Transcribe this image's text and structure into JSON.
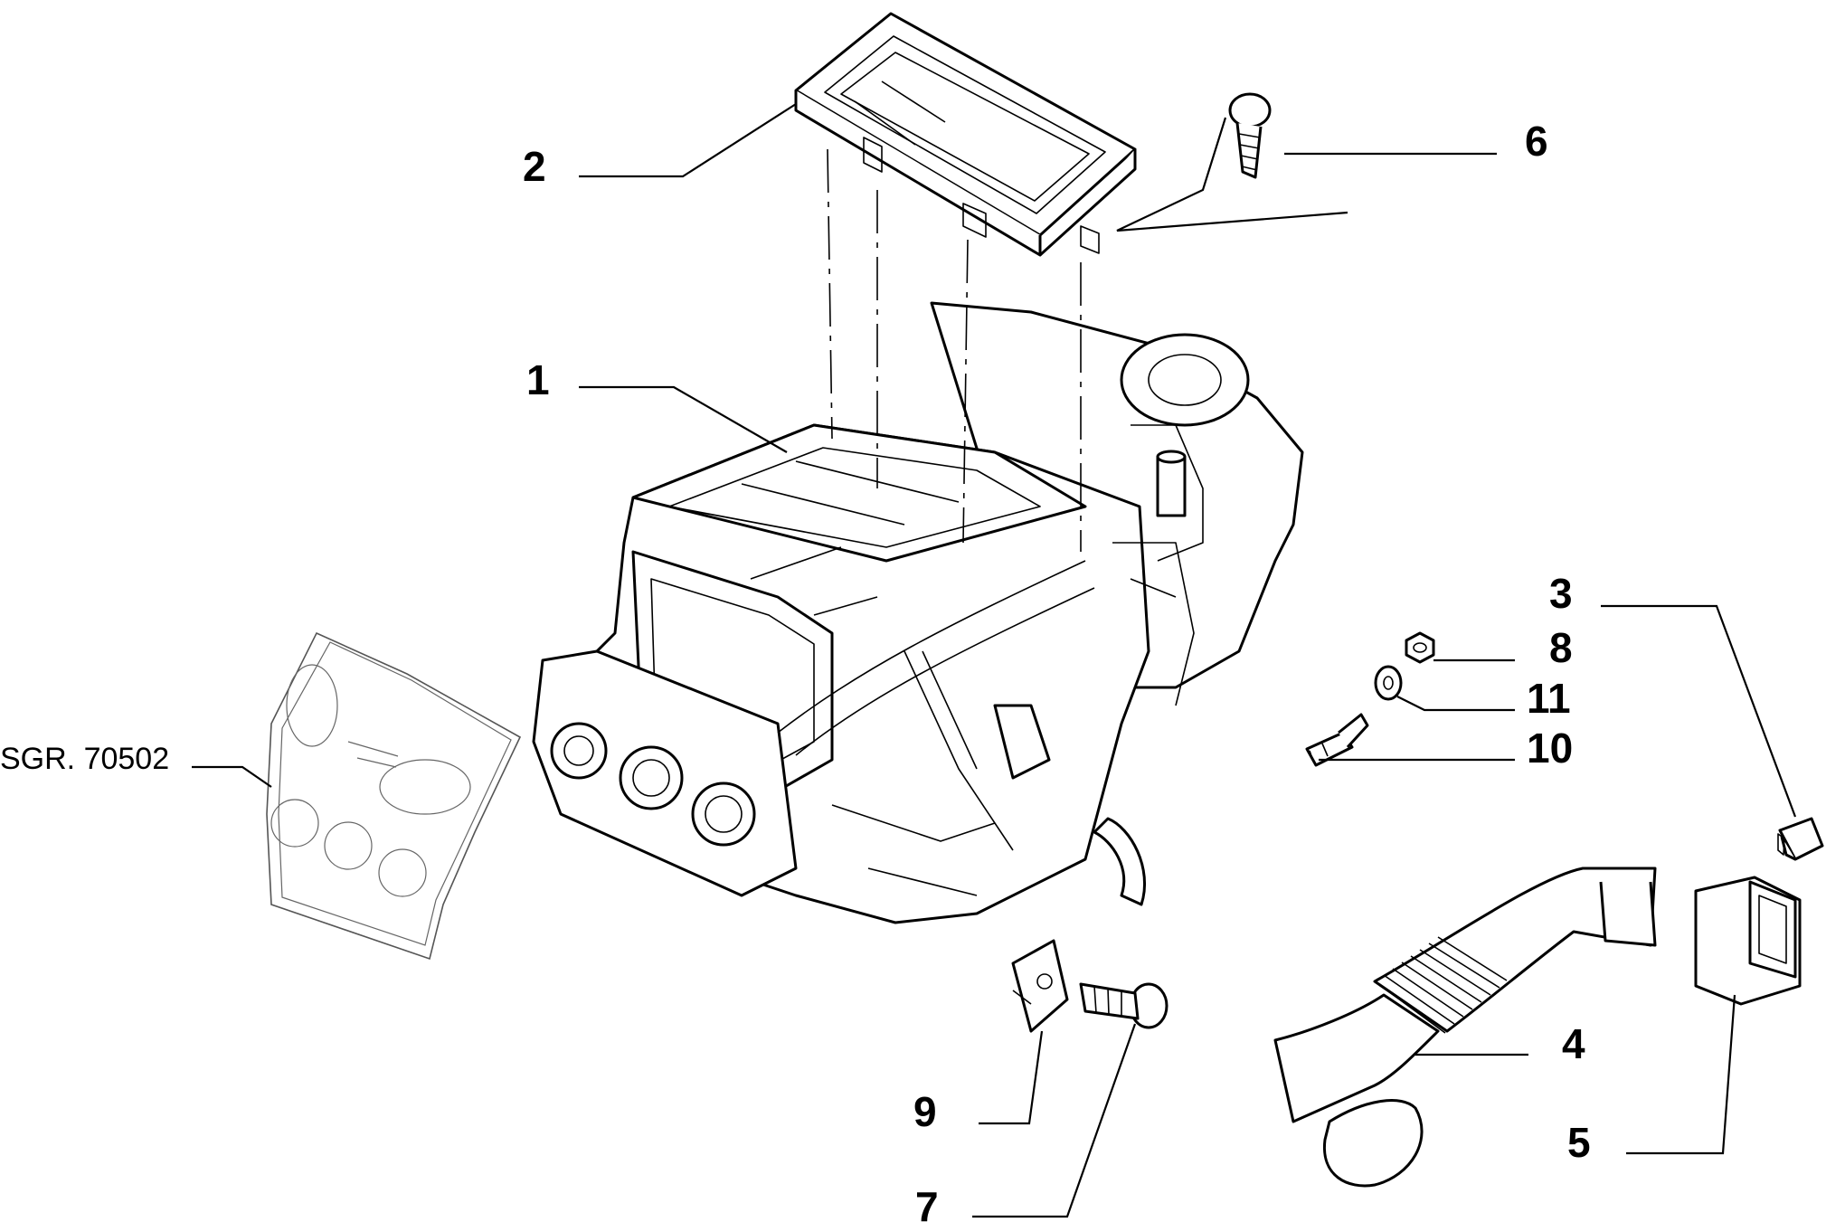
{
  "diagram": {
    "part_numbers": [
      "1",
      "2",
      "3",
      "4",
      "5",
      "6",
      "7",
      "8",
      "9",
      "10",
      "11"
    ],
    "reference_label": "SGR. 70502",
    "colors": {
      "line": "#000000",
      "background": "#ffffff",
      "ghost_part": "#555555"
    }
  }
}
